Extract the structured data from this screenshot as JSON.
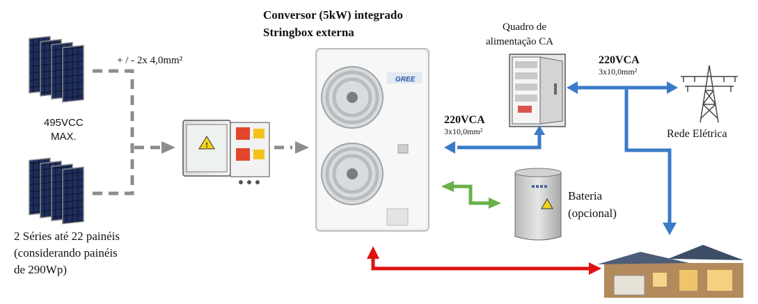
{
  "title_line1": "Conversor (5kW) integrado",
  "title_line2": "Stringbox externa",
  "panel_cable_label": "+ / - 2x 4,0mm²",
  "panel_voltage_line1": "495VCC",
  "panel_voltage_line2": "MAX.",
  "series_note_line1": "2 Séries até 22 painéis",
  "series_note_line2": "(considerando painéis",
  "series_note_line3": "de 290Wp)",
  "inverter_brand": "GREE",
  "ac_panel_line1": "Quadro de",
  "ac_panel_line2": "alimentação CA",
  "grid_voltage": "220VCA",
  "grid_cable": "3x10,0mm²",
  "inverter_voltage": "220VCA",
  "inverter_cable": "3x10,0mm²",
  "grid_label": "Rede Elétrica",
  "battery_line1": "Bateria",
  "battery_line2": "(opcional)",
  "colors": {
    "ac_line": "#3a7bc8",
    "dc_line": "#8c8c8c",
    "battery_line": "#6ab04c",
    "house_line": "#e01010"
  }
}
